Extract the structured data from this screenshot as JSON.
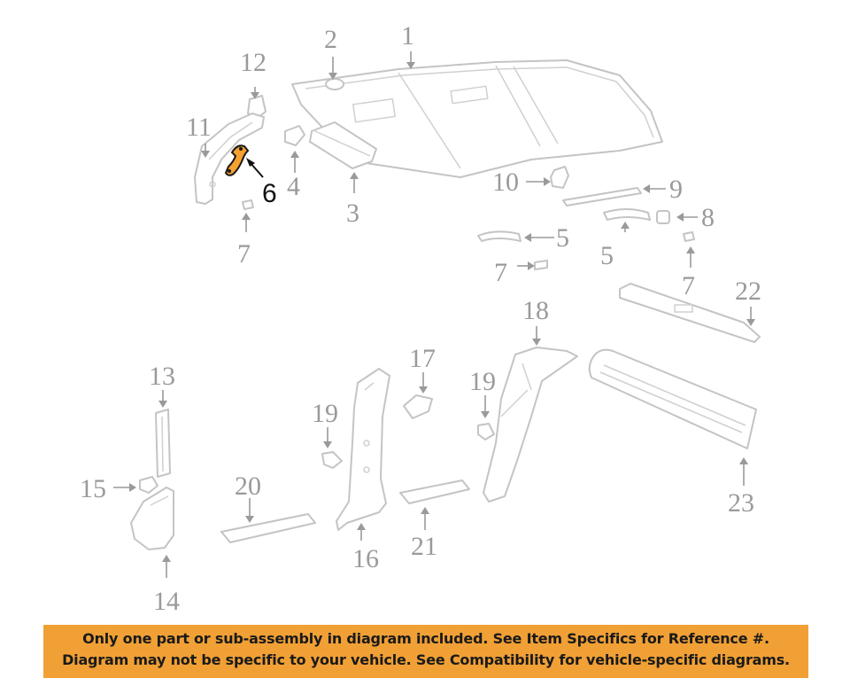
{
  "callouts": {
    "c1": "1",
    "c2": "2",
    "c3": "3",
    "c4": "4",
    "c5a": "5",
    "c5b": "5",
    "c6": "6",
    "c7a": "7",
    "c7b": "7",
    "c7c": "7",
    "c8": "8",
    "c9": "9",
    "c10": "10",
    "c11": "11",
    "c12": "12",
    "c13": "13",
    "c14": "14",
    "c15": "15",
    "c16": "16",
    "c17": "17",
    "c18": "18",
    "c19a": "19",
    "c19b": "19",
    "c20": "20",
    "c21": "21",
    "c22": "22",
    "c23": "23"
  },
  "highlighted_part": "6",
  "colors": {
    "highlight": "#f5a030",
    "banner": "#f1a035",
    "line_art": "#c4c4c4",
    "callout": "#9a9a9a"
  },
  "banner": {
    "line1": "Only one part or sub-assembly in diagram included. See Item Specifics for Reference #.",
    "line2": "Diagram may not be specific to your vehicle. See Compatibility for vehicle-specific diagrams."
  }
}
